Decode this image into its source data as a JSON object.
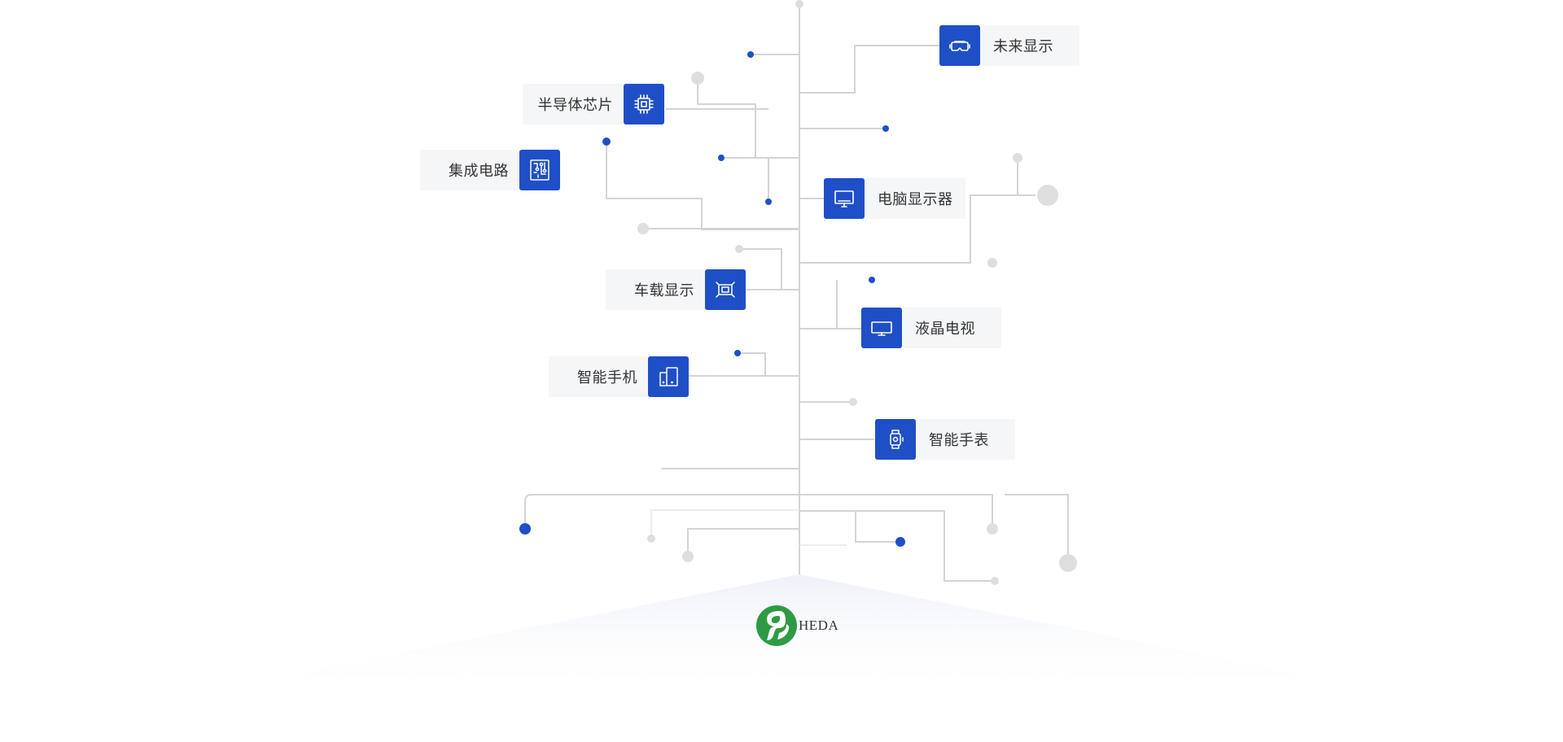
{
  "nodes": [
    {
      "id": "future-display",
      "label": "未来显示",
      "icon": "vr-headset-icon"
    },
    {
      "id": "semiconductor-chip",
      "label": "半导体芯片",
      "icon": "chip-icon"
    },
    {
      "id": "integrated-circuit",
      "label": "集成电路",
      "icon": "circuit-board-icon"
    },
    {
      "id": "computer-monitor",
      "label": "电脑显示器",
      "icon": "monitor-icon"
    },
    {
      "id": "car-display",
      "label": "车载显示",
      "icon": "car-display-icon"
    },
    {
      "id": "lcd-tv",
      "label": "液晶电视",
      "icon": "tv-icon"
    },
    {
      "id": "smartphone",
      "label": "智能手机",
      "icon": "phone-icon"
    },
    {
      "id": "smartwatch",
      "label": "智能手表",
      "icon": "watch-icon"
    }
  ],
  "brand": {
    "name": "HEDA",
    "logo_icon": "heda-logo-icon"
  },
  "colors": {
    "accent": "#1f4fc7",
    "line": "#d4d4d4",
    "dot_gray": "#dedede",
    "label_bg": "#f5f6f8",
    "logo_green": "#2f9a44"
  }
}
